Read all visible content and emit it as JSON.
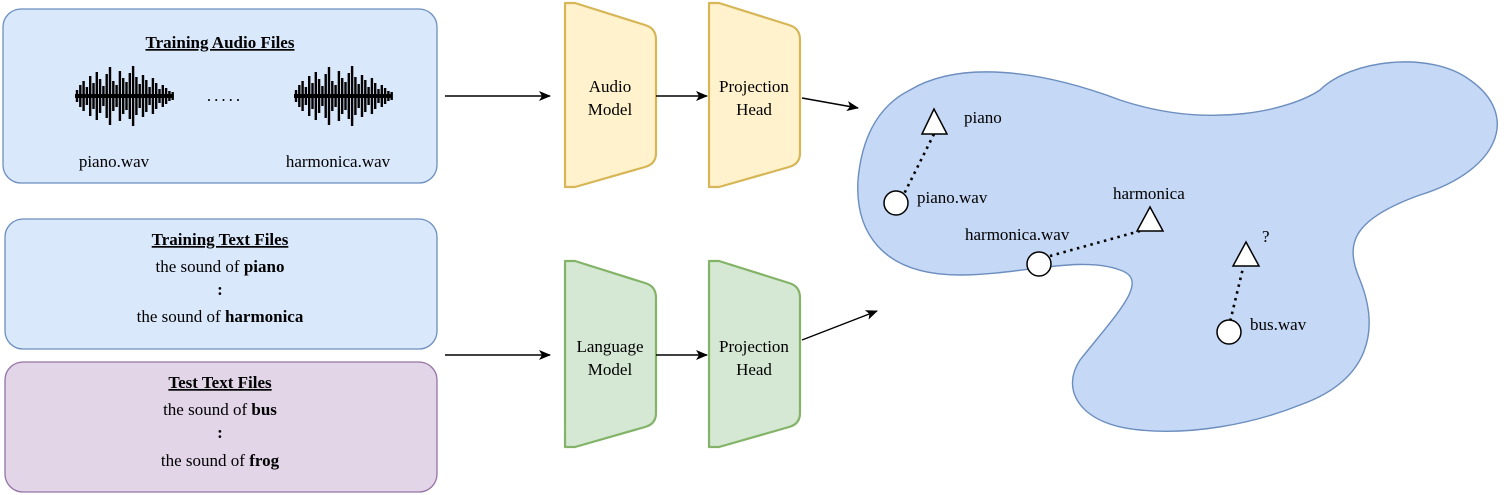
{
  "training_audio": {
    "title": "Training Audio Files",
    "files": [
      "piano.wav",
      "harmonica.wav"
    ],
    "ellipsis": "....."
  },
  "training_text": {
    "title": "Training Text Files",
    "prefix": "the sound of",
    "first_word": "piano",
    "last_word": "harmonica",
    "vdots": ":"
  },
  "test_text": {
    "title": "Test Text Files",
    "prefix": "the sound of",
    "first_word": "bus",
    "last_word": "frog",
    "vdots": ":"
  },
  "audio_model": {
    "line1": "Audio",
    "line2": "Model"
  },
  "language_model": {
    "line1": "Language",
    "line2": "Model"
  },
  "projection_head": {
    "line1": "Projection",
    "line2": "Head"
  },
  "embedding_space": {
    "labels": [
      "piano",
      "piano.wav",
      "harmonica",
      "harmonica.wav",
      "?",
      "bus.wav"
    ]
  },
  "colors": {
    "blue_fill": "#dae8fc",
    "blue_stroke": "#6c8ebf",
    "purple_fill": "#e1d5e7",
    "purple_stroke": "#9673a6",
    "yellow_fill": "#fff2cc",
    "yellow_stroke": "#d6b656",
    "green_fill": "#d5e8d4",
    "green_stroke": "#82b366",
    "blob_fill": "#c5d8f5",
    "blob_stroke": "#6c8ebf"
  }
}
